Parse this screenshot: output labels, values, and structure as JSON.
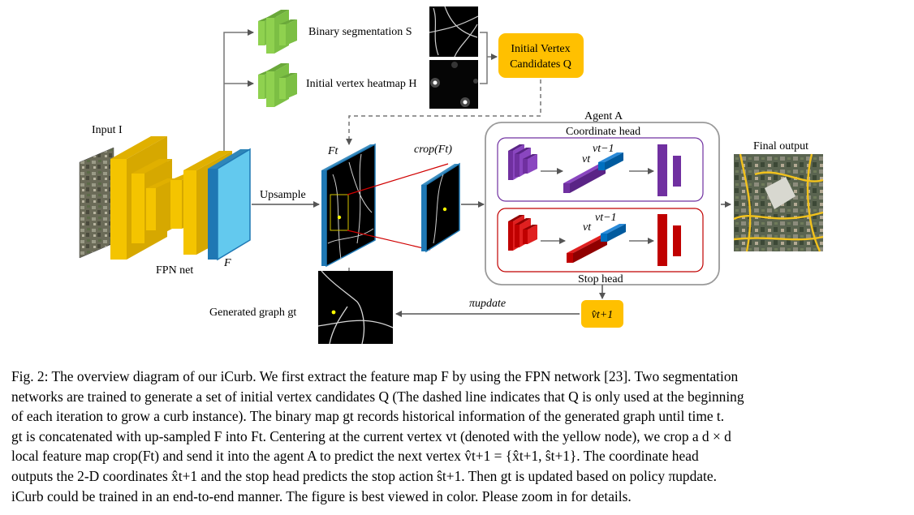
{
  "figure": {
    "input_label": "Input I",
    "fpn_label": "FPN net",
    "feature_label": "F",
    "upsample_label": "Upsample",
    "binary_seg_label": "Binary segmentation S",
    "heatmap_label": "Initial vertex heatmap H",
    "initial_vertex_label": "Initial Vertex Candidates Q",
    "initial_vertex_line1": "Initial Vertex",
    "initial_vertex_line2": "Candidates Q",
    "ft_label": "Ft",
    "crop_label": "crop(Ft)",
    "agent_label": "Agent A",
    "coord_head_label": "Coordinate head",
    "stop_head_label": "Stop head",
    "vt_minus_1_label": "vt−1",
    "vt_label": "vt",
    "final_output_label": "Final output",
    "generated_graph_label": "Generated graph gt",
    "policy_label": "πupdate",
    "next_vertex_label": "v̂t+1",
    "colors": {
      "yellow_layers": "#f4c400",
      "cyan_feature": "#4fc8ee",
      "green_blocks": "#8fd14f",
      "orange_box": "#ffc000",
      "purple": "#7030a0",
      "red": "#c00000",
      "blue_block": "#0070c0",
      "crop_rect": "#d00000"
    }
  },
  "caption": {
    "line1": "Fig. 2: The overview diagram of our iCurb. We first extract the feature map F by using the FPN network [23]. Two segmentation",
    "line2": "networks are trained to generate a set of initial vertex candidates Q (The dashed line indicates that Q is only used at the beginning",
    "line3": "of each iteration to grow a curb instance). The binary map gt records historical information of the generated graph until time t.",
    "line4": "gt is concatenated with up-sampled F into Ft. Centering at the current vertex vt (denoted with the yellow node), we crop a d × d",
    "line5": "local feature map crop(Ft) and send it into the agent A to predict the next vertex v̂t+1 = {x̂t+1, ŝt+1}. The coordinate head",
    "line6": "outputs the 2-D coordinates x̂t+1 and the stop head predicts the stop action ŝt+1. Then gt is updated based on policy πupdate.",
    "line7": "iCurb could be trained in an end-to-end manner. The figure is best viewed in color. Please zoom in for details."
  }
}
